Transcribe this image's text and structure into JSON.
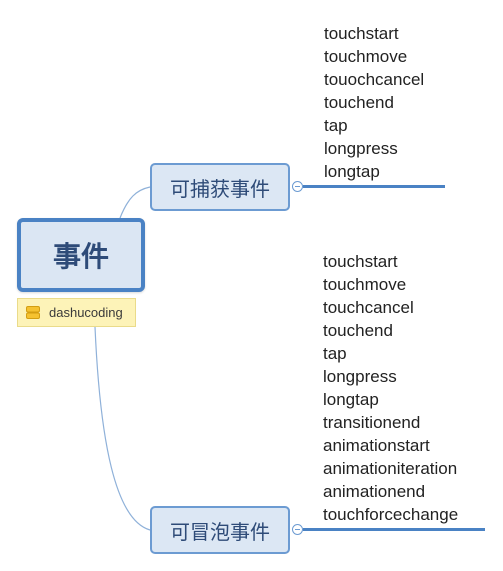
{
  "root": {
    "label": "事件",
    "tag": {
      "label": "dashucoding",
      "icon": "server-icon",
      "background": "#fdf3b8"
    }
  },
  "branches": [
    {
      "label": "可捕获事件",
      "items": [
        "touchstart",
        "touchmove",
        "touochcancel",
        "touchend",
        "tap",
        "longpress",
        "longtap"
      ]
    },
    {
      "label": "可冒泡事件",
      "items": [
        "touchstart",
        "touchmove",
        "touchcancel",
        "touchend",
        "tap",
        "longpress",
        "longtap",
        "transitionend",
        "animationstart",
        "animationiteration",
        "animationend",
        "touchforcechange"
      ]
    }
  ],
  "colors": {
    "accent": "#4a82c4",
    "node_fill": "#dce7f4",
    "text": "#2e4b78",
    "connector": "#8fb1d9"
  }
}
